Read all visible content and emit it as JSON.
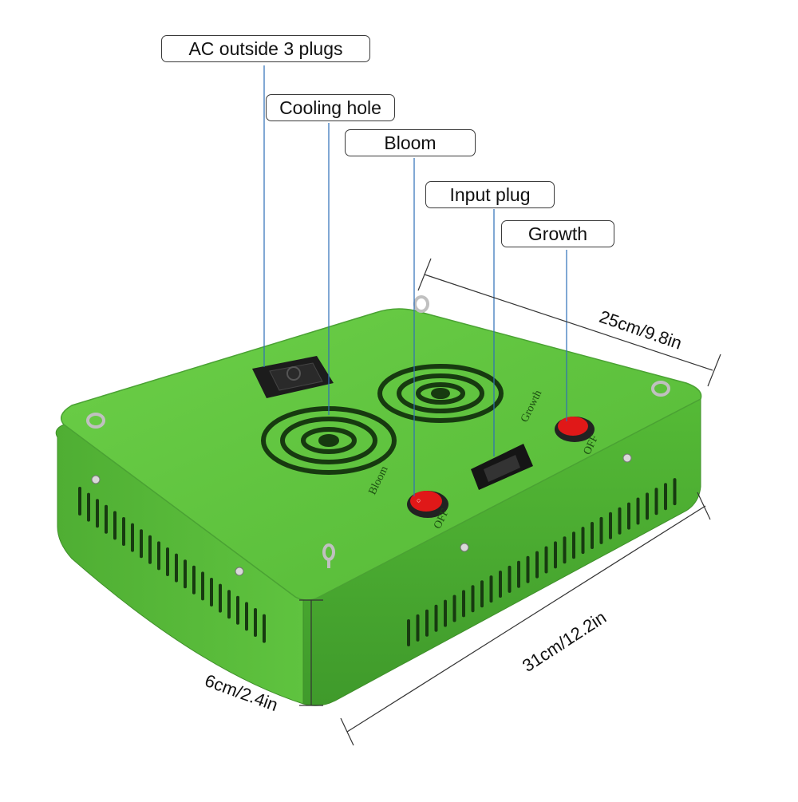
{
  "callouts": {
    "ac_outside": "AC outside 3 plugs",
    "cooling_hole": "Cooling hole",
    "bloom": "Bloom",
    "input_plug": "Input plug",
    "growth": "Growth"
  },
  "dimensions": {
    "width": "25cm/9.8in",
    "length": "31cm/12.2in",
    "height": "6cm/2.4in"
  },
  "switch_labels": {
    "bloom_text": "Bloom",
    "growth_text": "Growth",
    "off_text": "OFF"
  },
  "colors": {
    "body_green": "#5cc23d",
    "body_dark_green": "#3f9a2b",
    "switch_red": "#e01818",
    "pointer_blue": "#2d6fb8",
    "vent_dark": "#173a10"
  }
}
